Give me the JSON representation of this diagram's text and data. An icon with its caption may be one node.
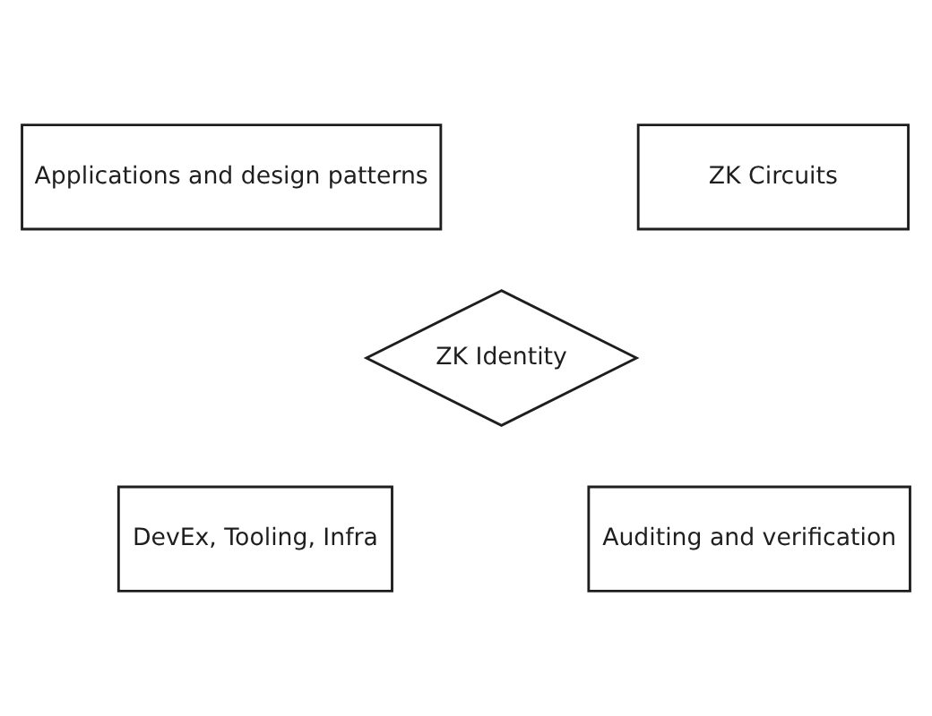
{
  "diagram": {
    "nodes": [
      {
        "text": [
          "Applications and design patterns"
        ]
      },
      {
        "text": [
          "ZK Circuits"
        ]
      },
      {
        "text": [
          "ZK Identity"
        ]
      },
      {
        "text": [
          "DevEx, Tooling, Infra"
        ]
      },
      {
        "text": [
          "Auditing and verification"
        ]
      }
    ],
    "edges": []
  }
}
